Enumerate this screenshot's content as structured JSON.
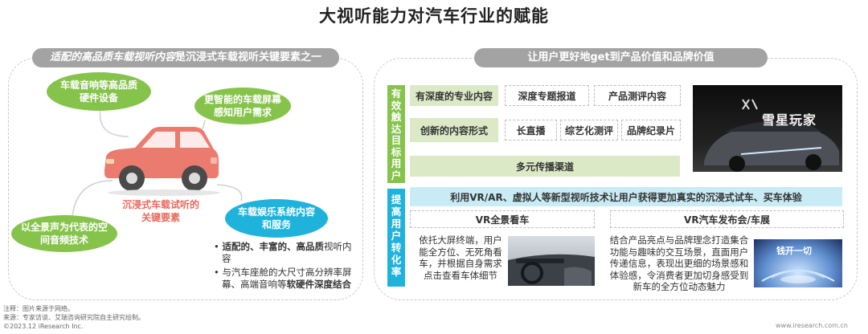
{
  "title": "大视听能力对汽车行业的赋能",
  "left": {
    "header_italic": "适配的高品质车载视听内容",
    "header_rest": "是沉浸式车载视听关键要素之一",
    "blob_hardware": "车载音响等高品质硬件设备",
    "blob_screen": "更智能的车载屏幕感知用户需求",
    "blob_audio": "以全景声为代表的空间音频技术",
    "blob_entertainment": "车载娱乐系统内容和服务",
    "car_label": "沉浸式车载试听的关键要素",
    "bullet1_bold": "适配的、丰富的、高品质",
    "bullet1_rest": "视听内容",
    "bullet2_normal": "与汽车座舱的大尺寸高分辨率屏幕、高端音响等",
    "bullet2_bold": "软硬件深度结合"
  },
  "right": {
    "header": "让用户更好地get到产品价值和品牌价值",
    "vbar_reach": "有效触达目标用户",
    "vbar_convert": "提高用户转化率",
    "row1_label": "有深度的专业内容",
    "row1_items": [
      "深度专题报道",
      "产品测评内容"
    ],
    "row2_label": "创新的内容形式",
    "row2_items": [
      "长直播",
      "综艺化测评",
      "品牌纪录片"
    ],
    "row3_label": "多元传播渠道",
    "photo_caption": "雪星玩家",
    "vr_bar": "利用VR/AR、虚拟人等新型视听技术让用户获得更加真实的沉浸式试车、买车体验",
    "vr_left_title": "VR全景看车",
    "vr_left_text": "依托大屏终端，用户能全方位、无死角看车，并根据自身需求点击查看车体细节",
    "vr_right_title": "VR汽车发布会/车展",
    "vr_right_text": "结合产品亮点与品牌理念打造集合功能与趣味的交互场景，直面用户传递信息，表现出更细的场景感和体验感，令消费者更加切身感受到新车的全方位动态魅力",
    "launch_photo_caption": "钱开一切"
  },
  "footer": {
    "note1": "注释：图片来源于网络。",
    "note2": "来源：专家访谈、艾瑞咨询研究院自主研究绘制。",
    "copyright": "©2023.12 iResearch Inc.",
    "url": "www.iresearch.com.cn"
  },
  "colors": {
    "green": "#86c34b",
    "blue": "#1fb3dc",
    "gray_header": "#a3a3a3",
    "car": "#ec7b6f",
    "car_label": "#e96a5e"
  }
}
